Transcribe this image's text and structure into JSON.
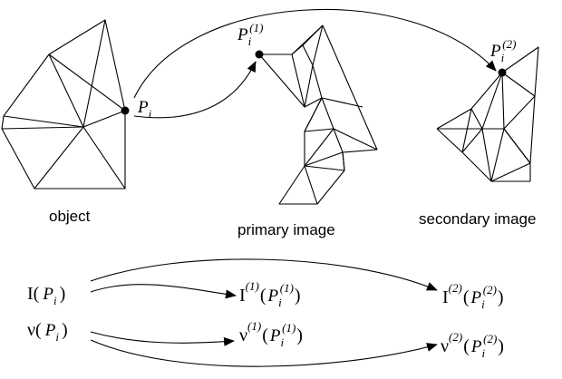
{
  "labels": {
    "object": "object",
    "primary": "primary image",
    "secondary": "secondary image"
  },
  "point_labels": {
    "object": {
      "base": "P",
      "sub": "i",
      "sup": ""
    },
    "primary": {
      "base": "P",
      "sub": "i",
      "sup": "(1)"
    },
    "secondary": {
      "base": "P",
      "sub": "i",
      "sup": "(2)"
    }
  },
  "formulas": {
    "I0": {
      "func": "I",
      "sup": "",
      "open": "(",
      "base": "P",
      "sub": "i",
      "psup": "",
      "close": ")"
    },
    "I1": {
      "func": "I",
      "sup": "(1)",
      "open": "(",
      "base": "P",
      "sub": "i",
      "psup": "(1)",
      "close": ")"
    },
    "I2": {
      "func": "I",
      "sup": "(2)",
      "open": "(",
      "base": "P",
      "sub": "i",
      "psup": "(2)",
      "close": ")"
    },
    "v0": {
      "func": "ν",
      "sup": "",
      "open": "(",
      "base": "P",
      "sub": "i",
      "psup": "",
      "close": ")"
    },
    "v1": {
      "func": "ν",
      "sup": "(1)",
      "open": "(",
      "base": "P",
      "sub": "i",
      "psup": "(1)",
      "close": ")"
    },
    "v2": {
      "func": "ν",
      "sup": "(2)",
      "open": "(",
      "base": "P",
      "sub": "i",
      "psup": "(2)",
      "close": ")"
    }
  }
}
